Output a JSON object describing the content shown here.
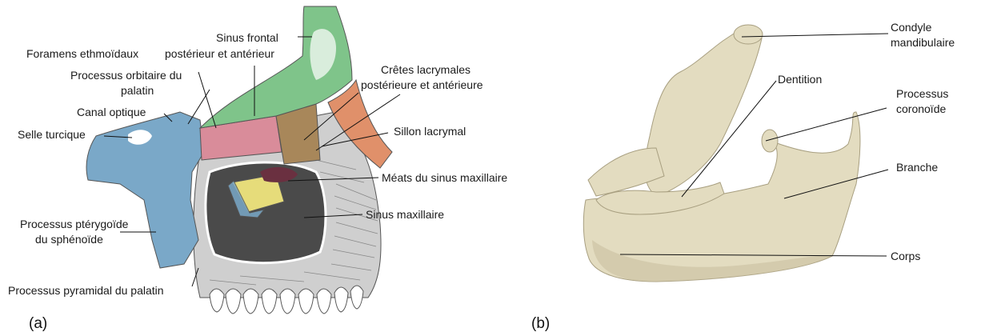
{
  "panel_a": {
    "letter": "(a)",
    "labels": {
      "sinus_frontal": [
        "Sinus frontal",
        "postérieur et antérieur"
      ],
      "foramens": "Foramens ethmoïdaux",
      "processus_orbitaire": [
        "Processus orbitaire du",
        "palatin"
      ],
      "cretes": [
        "Crêtes lacrymales",
        "postérieure et antérieure"
      ],
      "canal_optique": "Canal optique",
      "selle_turcique": "Selle turcique",
      "sillon_lacrymal": "Sillon lacrymal",
      "meats": "Méats du sinus maxillaire",
      "sinus_maxillaire": "Sinus maxillaire",
      "pterygoide": [
        "Processus ptérygoïde",
        "du sphénoïde"
      ],
      "pyramidal": "Processus pyramidal du palatin"
    },
    "colors": {
      "frontal": "#7fc48a",
      "ethmoid": "#d98c9a",
      "lacrimal": "#a8875a",
      "nasal": "#e0906a",
      "sphenoid": "#7aa8c8",
      "palatine": "#e6dc7a",
      "maxilla": "#cfcfcf"
    }
  },
  "panel_b": {
    "letter": "(b)",
    "labels": {
      "condyle": [
        "Condyle",
        "mandibulaire"
      ],
      "dentition": "Dentition",
      "coronoide": [
        "Processus",
        "coronoïde"
      ],
      "branche": "Branche",
      "corps": "Corps"
    },
    "colors": {
      "bone": "#e3dcc0",
      "bone_shadow": "#c9c0a0"
    }
  }
}
